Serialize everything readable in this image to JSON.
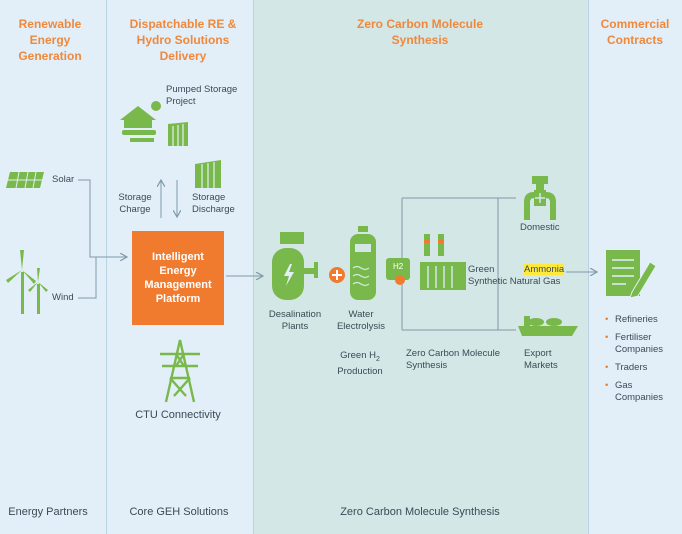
{
  "headers": {
    "renewable": "Renewable Energy Generation",
    "dispatchable": "Dispatchable RE & Hydro Solutions Delivery",
    "synthesis": "Zero Carbon Molecule Synthesis",
    "commercial": "Commercial Contracts"
  },
  "footers": {
    "energy_partners": "Energy Partners",
    "core_geh": "Core GEH Solutions",
    "synthesis": "Zero Carbon Molecule Synthesis"
  },
  "labels": {
    "solar": "Solar",
    "wind": "Wind",
    "pumped_storage": "Pumped Storage Project",
    "storage_charge": "Storage Charge",
    "storage_discharge": "Storage Discharge",
    "platform": "Intelligent Energy Management Platform",
    "ctu": "CTU Connectivity",
    "desalination": "Desalination Plants",
    "water_electrolysis": "Water Electrolysis",
    "green_h2_prefix": "Green H",
    "green_h2_sub": "2",
    "green_h2_suffix": "Production",
    "h2_badge": "H2",
    "zero_carbon_synthesis": "Zero Carbon Molecule Synthesis",
    "green": "Green",
    "ammonia": "Ammonia",
    "synthetic_natural_gas": "Synthetic Natural Gas",
    "domestic": "Domestic",
    "export_markets": "Export Markets"
  },
  "buyers": [
    "Refineries",
    "Fertiliser Companies",
    "Traders",
    "Gas Companies"
  ],
  "colors": {
    "accent_orange": "#f07b2f",
    "header_orange": "#f0883c",
    "icon_green": "#79b84a",
    "synthesis_bg": "#d4e7e7",
    "main_bg": "#e2eff8"
  }
}
